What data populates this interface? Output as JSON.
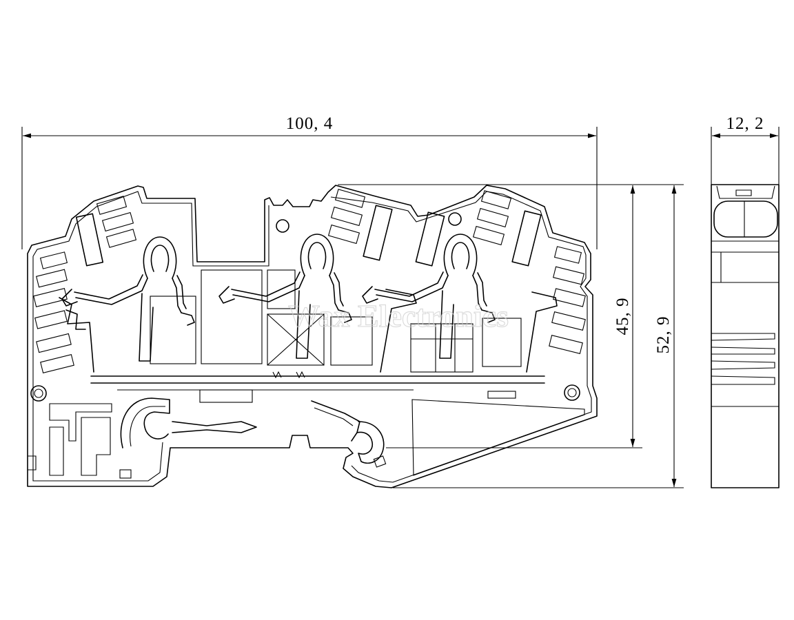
{
  "dimensions": {
    "overall_length": "100, 4",
    "width": "12, 2",
    "height_to_rail": "45, 9",
    "overall_height": "52, 9"
  },
  "watermark": "Wax Electronics",
  "colors": {
    "line": "#000000",
    "background": "#ffffff",
    "watermark": "#cfcfcf"
  }
}
